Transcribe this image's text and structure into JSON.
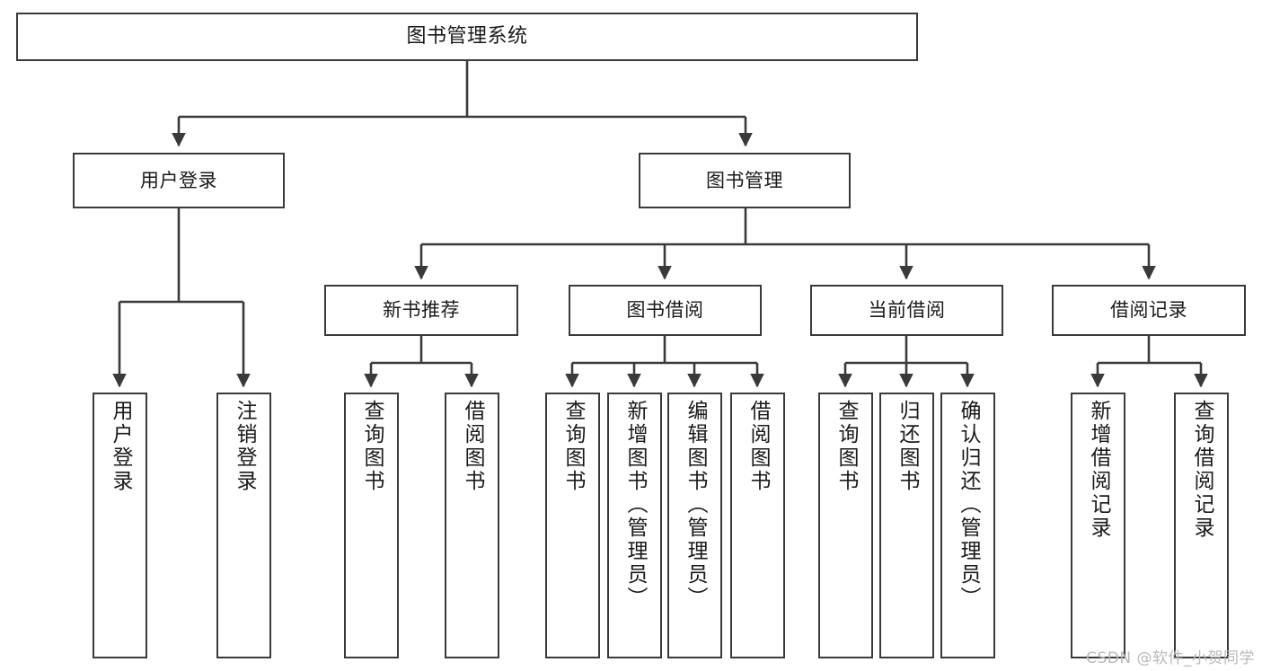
{
  "diagram": {
    "title": "图书管理系统",
    "watermark": "CSDN @软件_小贺同学",
    "colors": {
      "stroke": "#3a3a3a",
      "fill": "#ffffff",
      "text": "#1a1a1a",
      "watermark": "#b9b9b9"
    },
    "levels": {
      "root": {
        "label": "图书管理系统"
      },
      "level2": [
        {
          "label": "用户登录"
        },
        {
          "label": "图书管理"
        }
      ],
      "level3": [
        {
          "label": "新书推荐"
        },
        {
          "label": "图书借阅"
        },
        {
          "label": "当前借阅"
        },
        {
          "label": "借阅记录"
        }
      ],
      "leaves": [
        {
          "label": "用户登录"
        },
        {
          "label": "注销登录"
        },
        {
          "label": "查询图书"
        },
        {
          "label": "借阅图书"
        },
        {
          "label": "查询图书"
        },
        {
          "label": "新增图书（管理员）"
        },
        {
          "label": "编辑图书（管理员）"
        },
        {
          "label": "借阅图书"
        },
        {
          "label": "查询图书"
        },
        {
          "label": "归还图书"
        },
        {
          "label": "确认归还（管理员）"
        },
        {
          "label": "新增借阅记录"
        },
        {
          "label": "查询借阅记录"
        }
      ]
    }
  }
}
